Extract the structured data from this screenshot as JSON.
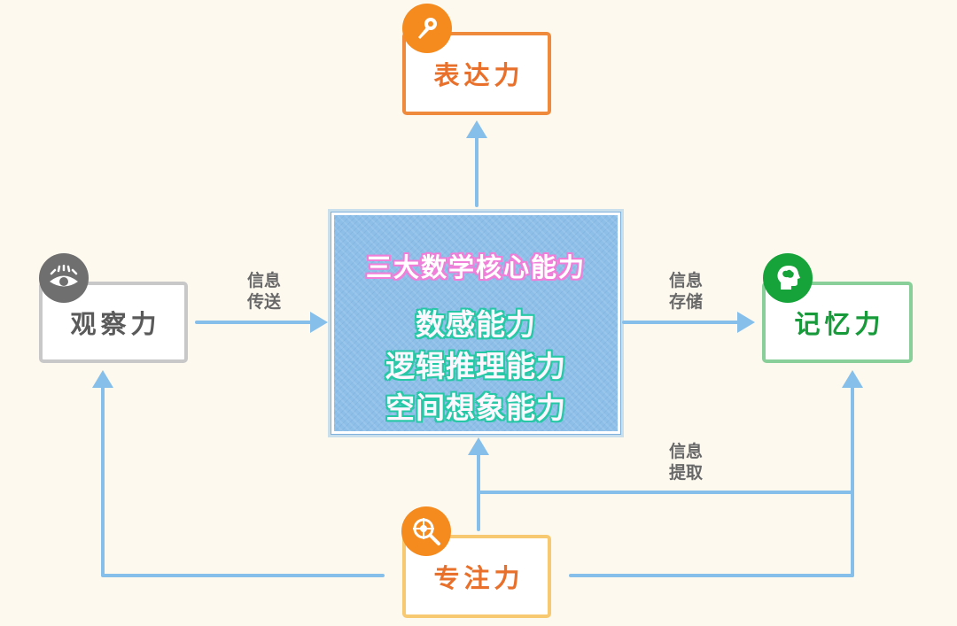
{
  "nodes": {
    "expression": {
      "label": "表达力",
      "color": "#ef8a3c",
      "icon": "microphone-icon"
    },
    "observation": {
      "label": "观察力",
      "color": "#c8c8c8",
      "icon": "eye-icon"
    },
    "memory": {
      "label": "记忆力",
      "color": "#88cf9a",
      "text_color": "#179a3a",
      "icon": "head-brain-icon"
    },
    "focus": {
      "label": "专注力",
      "color": "#f7c970",
      "icon": "magnifier-target-icon"
    }
  },
  "center": {
    "title": "三大数学核心能力",
    "items": [
      "数感能力",
      "逻辑推理能力",
      "空间想象能力"
    ]
  },
  "edges": {
    "transmit": [
      "信息",
      "传送"
    ],
    "store": [
      "信息",
      "存储"
    ],
    "retrieve": [
      "信息",
      "提取"
    ]
  },
  "colors": {
    "arrow": "#86c0ea",
    "background": "#fdf9ef",
    "badge_orange": "#f58b1f",
    "badge_gray": "#6f6f6f",
    "badge_green": "#16a43a"
  }
}
